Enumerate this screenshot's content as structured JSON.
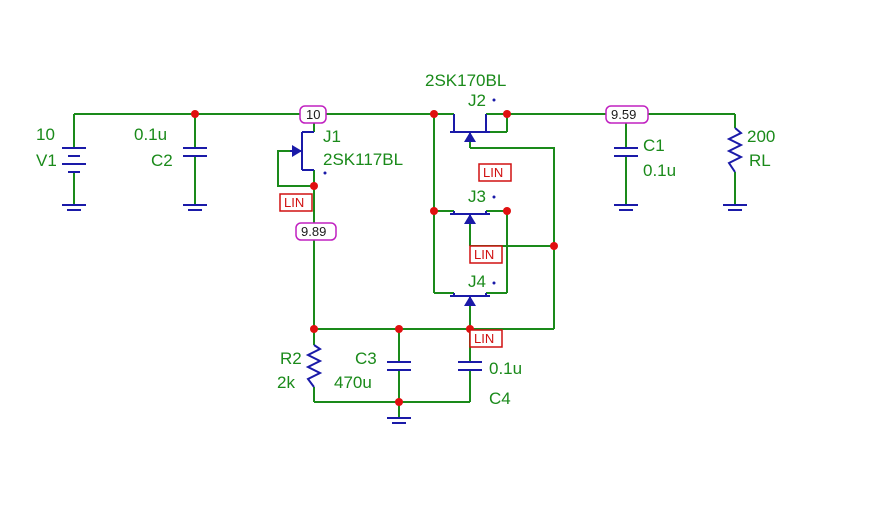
{
  "colors": {
    "wire": "#1a8a1a",
    "component": "#1a1aa8",
    "node": "#e01010",
    "model_tag": "#d01010",
    "probe": "#c020c0",
    "background": "#ffffff"
  },
  "components": {
    "V1": {
      "name": "V1",
      "value": "10"
    },
    "C2": {
      "name": "C2",
      "value": "0.1u"
    },
    "J1": {
      "name": "J1",
      "part": "2SK117BL",
      "model": "LIN"
    },
    "J2": {
      "name": "J2",
      "part": "2SK170BL",
      "model": "LIN"
    },
    "J3": {
      "name": "J3",
      "model": "LIN"
    },
    "J4": {
      "name": "J4",
      "model": "LIN"
    },
    "C1": {
      "name": "C1",
      "value": "0.1u"
    },
    "RL": {
      "name": "RL",
      "value": "200"
    },
    "R2": {
      "name": "R2",
      "value": "2k"
    },
    "C3": {
      "name": "C3",
      "value": "470u"
    },
    "C4": {
      "name": "C4",
      "value": "0.1u"
    }
  },
  "probes": {
    "supply": "10",
    "j1_source": "9.89",
    "output": "9.59"
  }
}
